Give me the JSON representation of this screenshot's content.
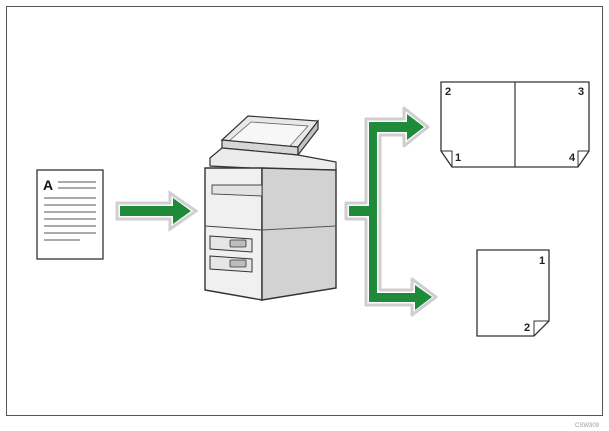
{
  "original_document": {
    "heading_letter": "A"
  },
  "output_booklet": {
    "page_numbers": [
      "1",
      "2",
      "3",
      "4"
    ]
  },
  "output_single": {
    "page_numbers": [
      "1",
      "2"
    ]
  },
  "figure_id": "CSW309",
  "colors": {
    "arrow": "#1f8a3a",
    "outline": "#333333",
    "copier_body": "#f0f0f0",
    "copier_shadow": "#c9c9c9"
  }
}
